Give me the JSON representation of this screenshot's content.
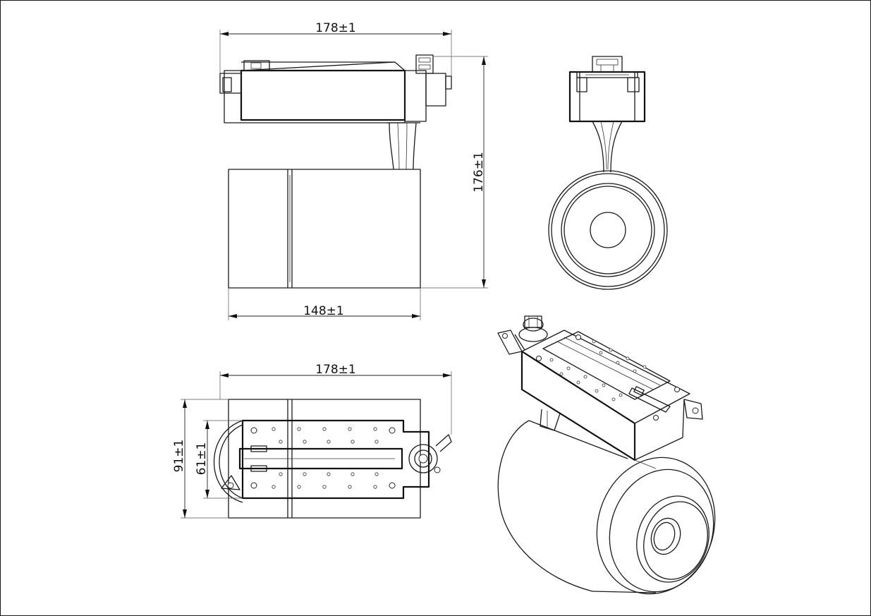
{
  "dimensions": {
    "front_width": "178±1",
    "front_height": "176±1",
    "front_body_width": "148±1",
    "top_width": "178±1",
    "top_depth_outer": "91±1",
    "top_depth_inner": "61±1"
  },
  "colors": {
    "line": "#1a1a1a",
    "background": "#ffffff"
  }
}
